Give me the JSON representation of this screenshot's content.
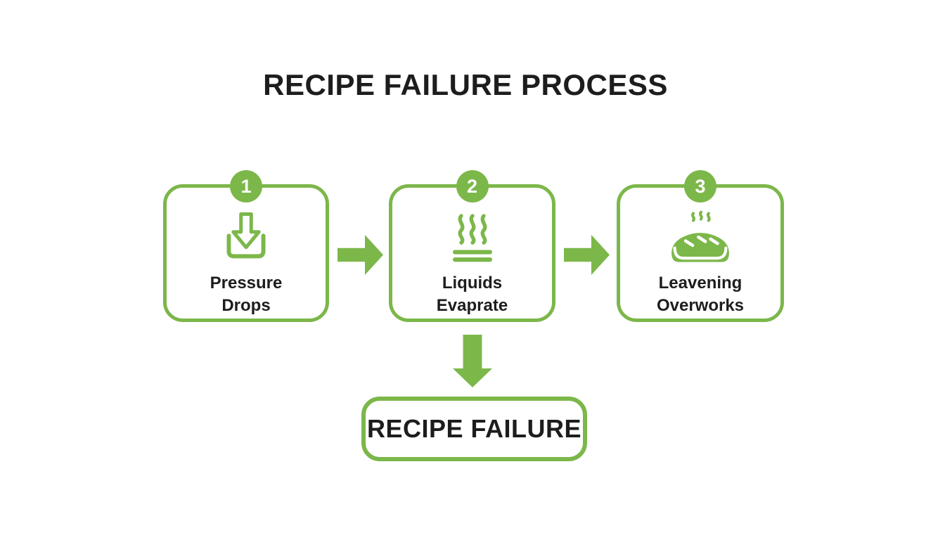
{
  "title": "RECIPE FAILURE PROCESS",
  "flow": {
    "steps": [
      {
        "number": "1",
        "label": "Pressure Drops",
        "icon": "download-tray-icon"
      },
      {
        "number": "2",
        "label": "Liquids Evaprate",
        "icon": "steam-icon"
      },
      {
        "number": "3",
        "label": "Leavening Overworks",
        "icon": "bread-icon"
      }
    ],
    "result_label": "RECIPE FAILURE"
  },
  "colors": {
    "accent_green": "#7cb74a",
    "text_dark": "#1d1d1d",
    "background": "#ffffff",
    "badge_text": "#ffffff"
  }
}
